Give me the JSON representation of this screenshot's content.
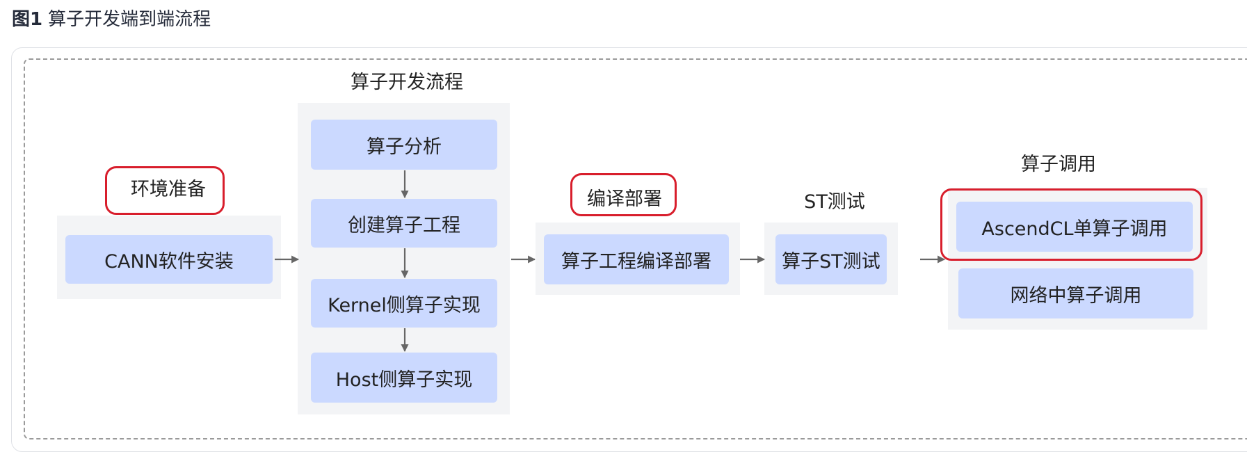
{
  "caption": {
    "figure_no": "图1",
    "title": "算子开发端到端流程"
  },
  "diagram": {
    "env": {
      "title": "环境准备",
      "box": "CANN软件安装"
    },
    "dev": {
      "title": "算子开发流程",
      "steps": [
        "算子分析",
        "创建算子工程",
        "Kernel侧算子实现",
        "Host侧算子实现"
      ]
    },
    "build": {
      "title": "编译部署",
      "box": "算子工程编译部署"
    },
    "st": {
      "title": "ST测试",
      "box": "算子ST测试"
    },
    "invoke": {
      "title": "算子调用",
      "box1": "AscendCL单算子调用",
      "box2": "网络中算子调用"
    }
  },
  "colors": {
    "box_fill": "#cbd9ff",
    "panel_fill": "#f3f4f6",
    "highlight": "#d81e2c",
    "arrow": "#666666"
  }
}
